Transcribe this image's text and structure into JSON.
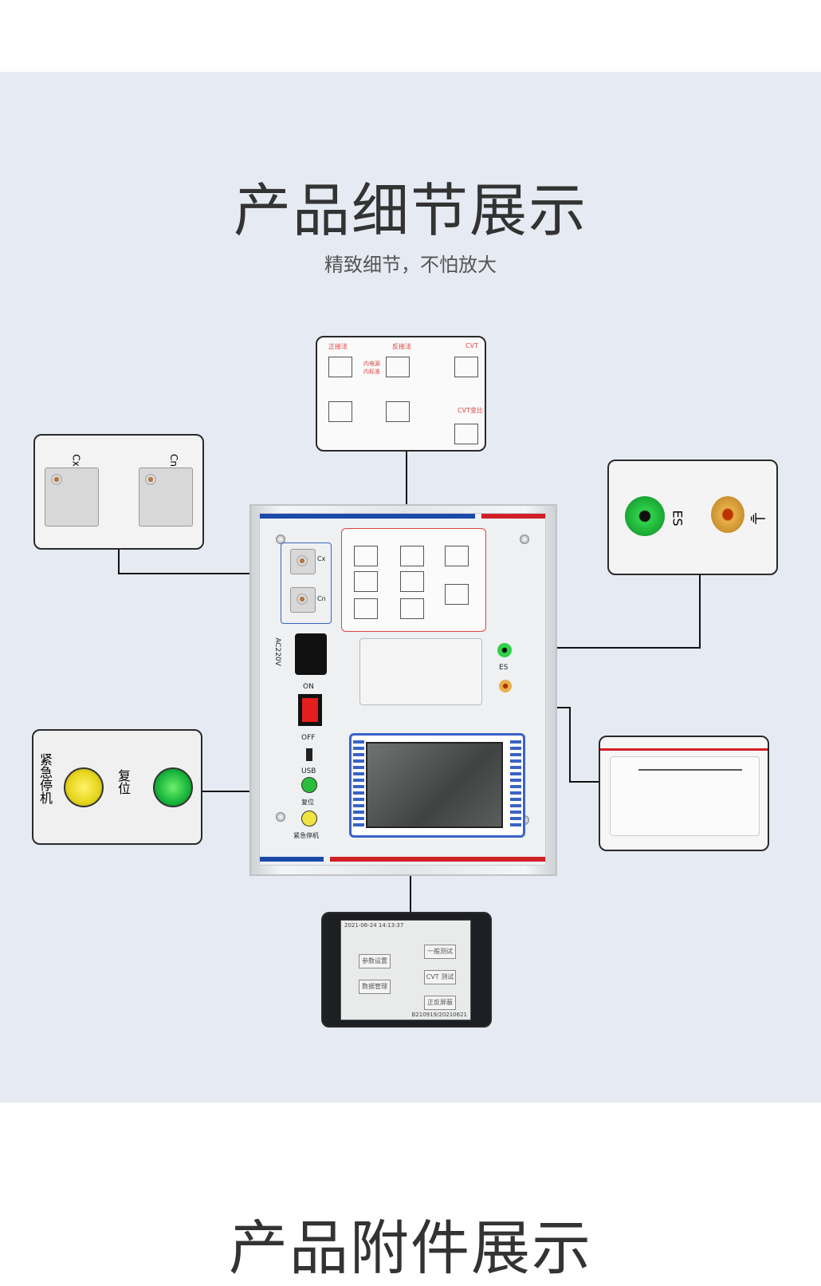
{
  "header": {
    "title": "产品细节展示",
    "subtitle": "精致细节，不怕放大"
  },
  "footer": {
    "title": "产品附件展示"
  },
  "device": {
    "power_label": "AC220V",
    "on_label": "ON",
    "off_label": "OFF",
    "usb_label": "USB",
    "reset_label": "复位",
    "estop_label": "紧急停机",
    "es_label": "ES",
    "cx_label": "Cx",
    "cn_label": "Cn"
  },
  "detail_connectors": {
    "cx_label": "Cx",
    "cn_label": "Cn"
  },
  "detail_terminals": {
    "es_label": "ES",
    "ground_symbol": "⏚"
  },
  "detail_buttons": {
    "estop_label": "紧急停机",
    "reset_label": "复位"
  },
  "detail_diagram": {
    "sections": [
      "正接法",
      "反接法",
      "CVT",
      "内电源",
      "内标准",
      "CVT变比"
    ]
  },
  "detail_screen": {
    "datetime": "2021-06-24 14:13:37",
    "buttons": [
      "参数设置",
      "数据管理",
      "一般测试",
      "CVT 测试",
      "正反屏蔽"
    ],
    "version": "B210919/20210621"
  },
  "colors": {
    "band": "#e6eaf2",
    "accent_blue": "#1b4aa8",
    "accent_red": "#d11f26"
  }
}
